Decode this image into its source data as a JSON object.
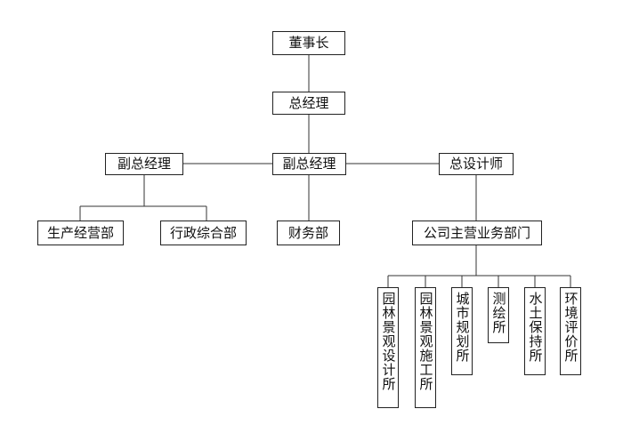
{
  "org": {
    "chairman": "董事长",
    "general_manager": "总经理",
    "deputy_gm_left": "副总经理",
    "deputy_gm_center": "副总经理",
    "chief_designer": "总设计师",
    "production_dept": "生产经营部",
    "admin_dept": "行政综合部",
    "finance_dept": "财务部",
    "main_business_dept": "公司主营业务部门",
    "institutes": [
      "园林景观设计所",
      "园林景观施工所",
      "城市规划所",
      "测绘所",
      "水土保持所",
      "环境评价所"
    ]
  }
}
